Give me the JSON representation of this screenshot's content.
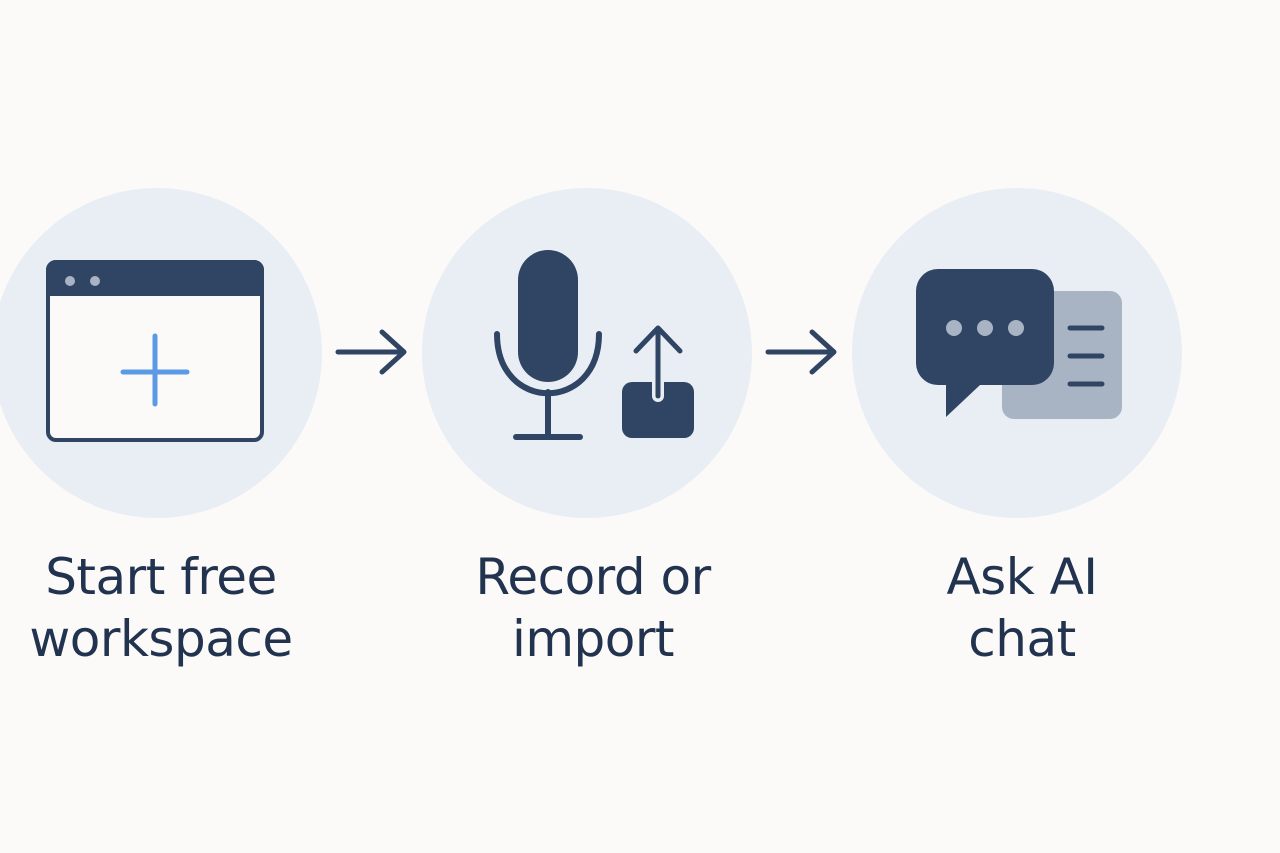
{
  "steps": [
    {
      "icon": "browser-window-plus-icon",
      "label_line1": "Start free",
      "label_line2": "workspace"
    },
    {
      "icon": "microphone-upload-icon",
      "label_line1": "Record or",
      "label_line2": "import"
    },
    {
      "icon": "chat-bubble-document-icon",
      "label_line1": "Ask AI",
      "label_line2": "chat"
    }
  ],
  "connectors": [
    "arrow-right-icon",
    "arrow-right-icon"
  ],
  "colors": {
    "background": "#fbfaf8",
    "circle": "#e9eef5",
    "primary": "#2f4563",
    "accent": "#5c9ae6",
    "secondary": "#a8b4c3",
    "text": "#22334f"
  }
}
